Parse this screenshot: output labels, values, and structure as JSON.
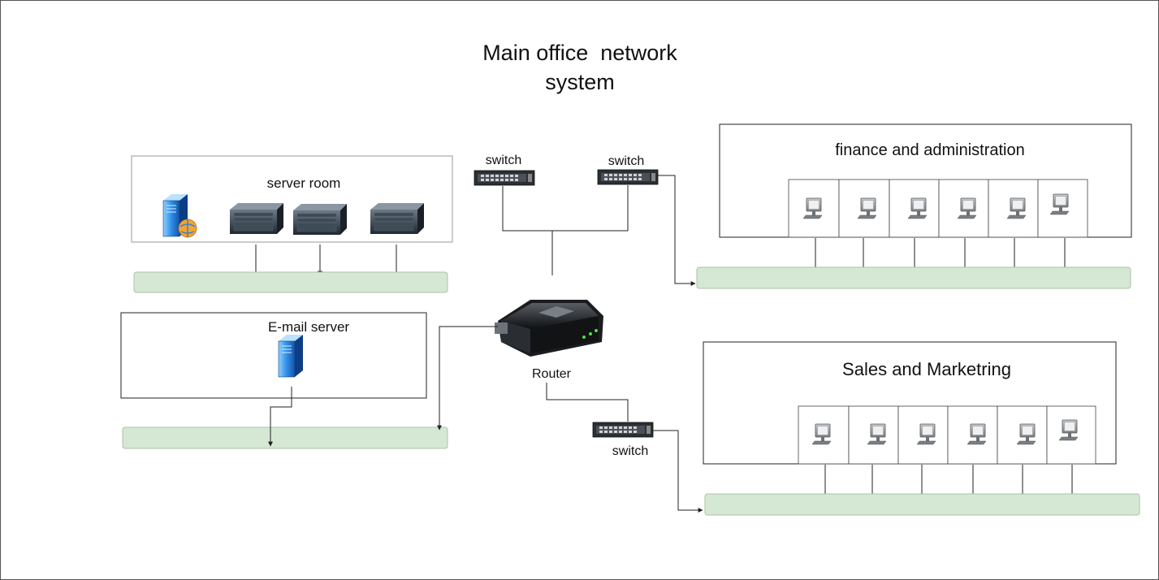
{
  "diagram": {
    "title_line1": "Main office  network",
    "title_line2": "system",
    "server_room": {
      "label": "server room"
    },
    "email_server": {
      "label": "E-mail server"
    },
    "finance": {
      "label": "finance and administration"
    },
    "sales": {
      "label": "Sales and Marketring"
    },
    "router": {
      "label": "Router"
    },
    "switches": {
      "left_top": "switch",
      "right_top": "switch",
      "bottom": "switch"
    },
    "bus_color": "#d5e8d4",
    "bus_border": "#a9c4a3"
  }
}
